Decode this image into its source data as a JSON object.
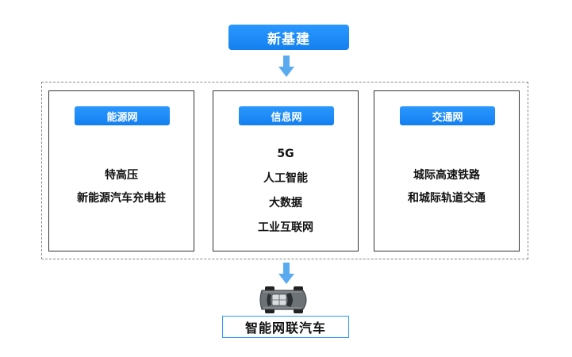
{
  "top_label": "新基建",
  "bottom_label": "智能网联汽车",
  "panels": [
    {
      "title": "能源网",
      "lines": [
        "特高压",
        "新能源汽车充电桩"
      ]
    },
    {
      "title": "信息网",
      "lines": [
        "5G",
        "人工智能",
        "大数据",
        "工业互联网"
      ]
    },
    {
      "title": "交通网",
      "lines": [
        "城际高速铁路",
        "和城际轨道交通"
      ]
    }
  ],
  "colors": {
    "accent": "#1e90ff",
    "arrow": "#5aaaf0",
    "panel_border": "#333333",
    "dashed_border": "#8a8a8a"
  },
  "icons": {
    "down_arrow": "arrow-down-icon",
    "vehicle": "car-top-view-icon"
  }
}
